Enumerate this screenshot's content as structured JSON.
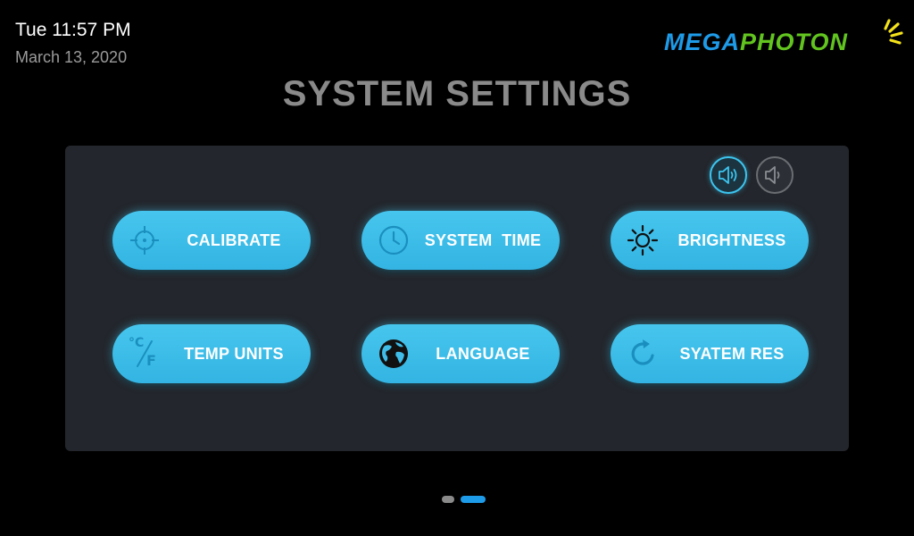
{
  "status": {
    "time": "Tue 11:57 PM",
    "date": "March 13, 2020"
  },
  "brand": {
    "part1": "MEGA",
    "part2": "PHOTON",
    "color_mega": "#1e9be8",
    "color_photon": "#62c41f",
    "color_rays": "#f4e21a"
  },
  "page": {
    "title": "SYSTEM SETTINGS"
  },
  "sound": {
    "on_icon": "speaker-on-icon",
    "off_icon": "speaker-off-icon",
    "active": "on"
  },
  "tiles": [
    {
      "label": "CALIBRATE",
      "icon": "crosshair-icon"
    },
    {
      "label": "SYSTEM  TIME",
      "icon": "clock-icon"
    },
    {
      "label": "BRIGHTNESS",
      "icon": "sun-icon"
    },
    {
      "label": "TEMP UNITS",
      "icon": "temperature-units-icon",
      "glyph_c": "°C",
      "glyph_f": "F"
    },
    {
      "label": "LANGUAGE",
      "icon": "globe-icon"
    },
    {
      "label": "SYATEM RES",
      "icon": "reset-icon"
    }
  ],
  "pager": {
    "pages": 2,
    "active": 2
  },
  "colors": {
    "accent": "#3cc4ee",
    "panel": "#23262c",
    "title": "#8a8a8a"
  }
}
